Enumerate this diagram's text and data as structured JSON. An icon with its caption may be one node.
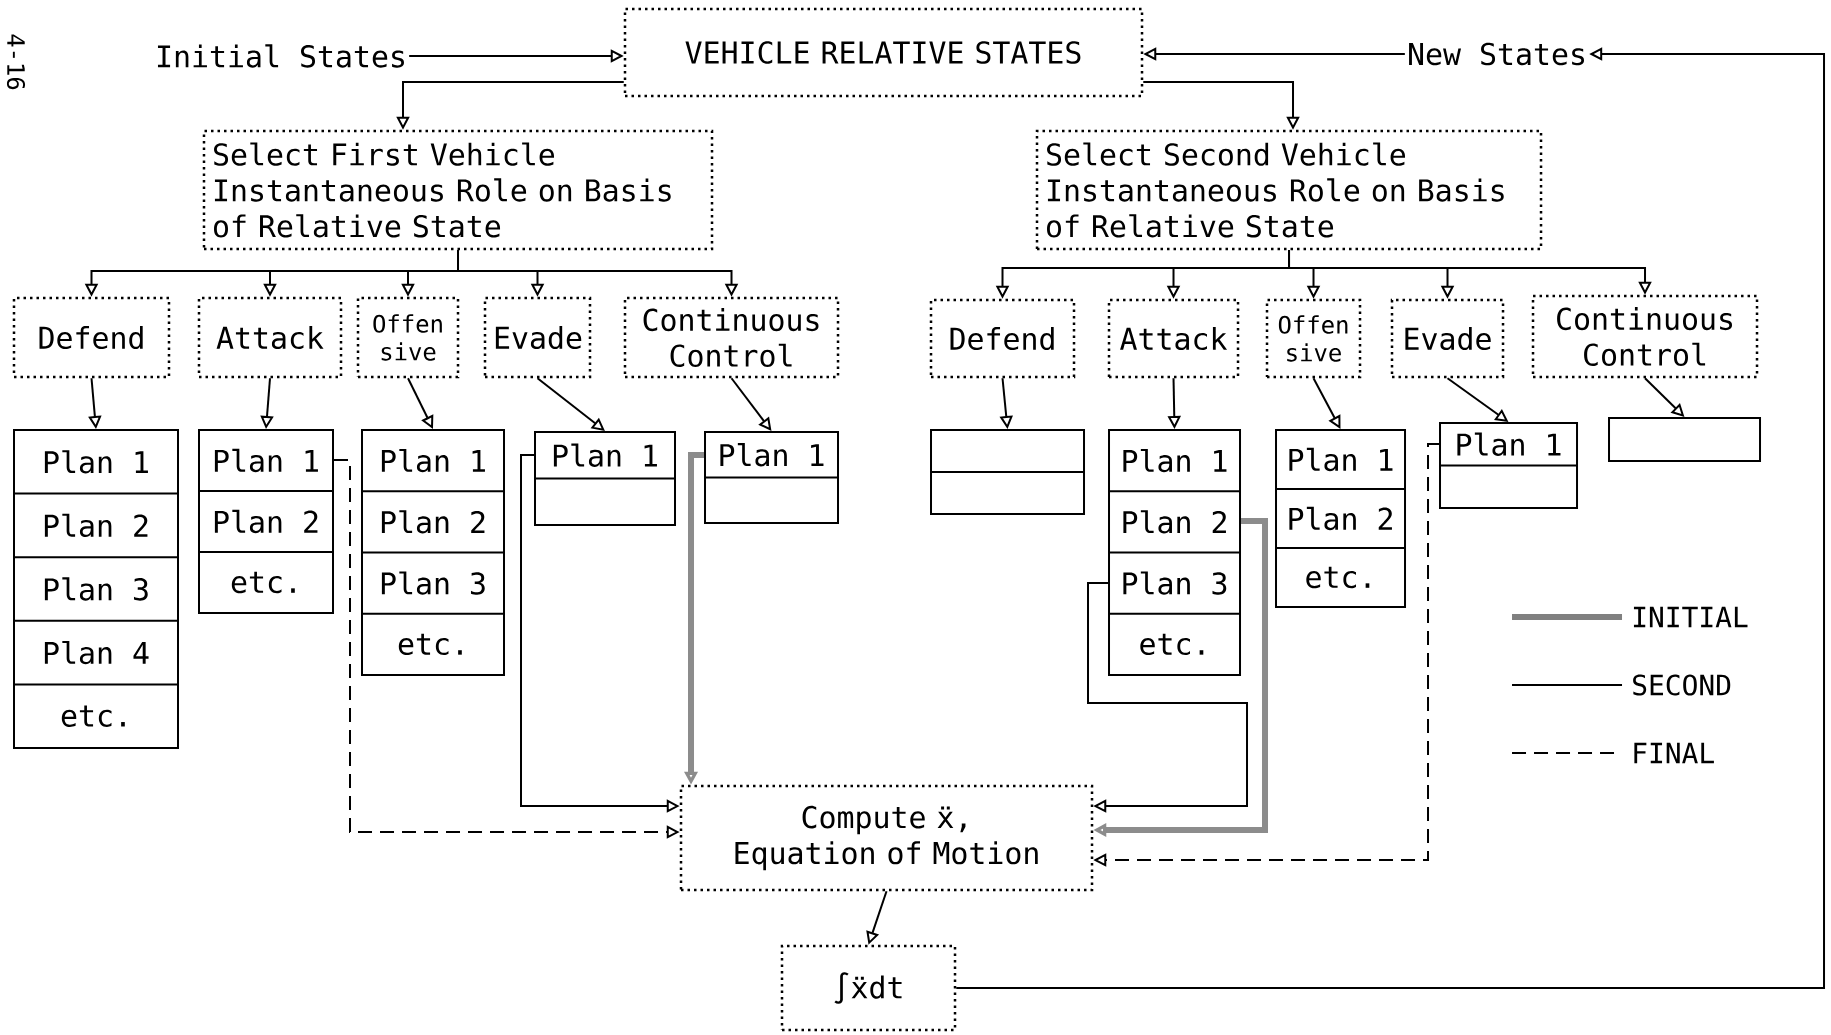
{
  "diagram": {
    "nodes": [
      {
        "text": [
          "Initial States"
        ]
      },
      {
        "text": [
          "VEHICLE RELATIVE STATES"
        ]
      },
      {
        "text": [
          "New States"
        ]
      },
      {
        "text": [
          "Select First Vehicle Instantaneous Role on Basis of Relative State"
        ]
      },
      {
        "text": [
          "Select Second Vehicle Instantaneous Role on Basis of Relative State"
        ]
      },
      {
        "text": [
          "Defend"
        ]
      },
      {
        "text": [
          "Attack"
        ]
      },
      {
        "text": [
          "Offen sive"
        ]
      },
      {
        "text": [
          "Evade"
        ]
      },
      {
        "text": [
          "Continuous Control"
        ]
      },
      {
        "text": [
          "Plan 1",
          "Plan 2",
          "Plan 3",
          "Plan 4",
          "etc."
        ]
      },
      {
        "text": [
          "Plan 1",
          "Plan 2",
          "etc."
        ]
      },
      {
        "text": [
          "Plan 1",
          "Plan 2",
          "Plan 3",
          "etc."
        ]
      },
      {
        "text": [
          "Plan 1"
        ]
      },
      {
        "text": [
          "Plan 1"
        ]
      },
      {
        "text": [
          "Defend"
        ]
      },
      {
        "text": [
          "Attack"
        ]
      },
      {
        "text": [
          "Offen sive"
        ]
      },
      {
        "text": [
          "Evade"
        ]
      },
      {
        "text": [
          "Continuous Control"
        ]
      },
      {
        "text": [],
        "shape": "box"
      },
      {
        "text": [
          "Plan 1",
          "Plan 2",
          "Plan 3",
          "etc."
        ]
      },
      {
        "text": [
          "Plan 1",
          "Plan 2",
          "etc."
        ]
      },
      {
        "text": [
          "Plan 1"
        ]
      },
      {
        "text": [],
        "shape": "box"
      },
      {
        "text": [
          "Compute ẍ, Equation of Motion"
        ]
      },
      {
        "text": [
          "∫ẍdt"
        ]
      }
    ],
    "edges": [
      {
        "from": 0,
        "to": 1,
        "arrow": "to"
      },
      {
        "from": 2,
        "to": 1,
        "arrow": "to"
      },
      {
        "from": 26,
        "to": 2,
        "arrow": "to"
      },
      {
        "from": 1,
        "to": 3,
        "arrow": "to"
      },
      {
        "from": 1,
        "to": 4,
        "arrow": "to"
      },
      {
        "from": 3,
        "to": 5,
        "arrow": "to"
      },
      {
        "from": 3,
        "to": 6,
        "arrow": "to"
      },
      {
        "from": 3,
        "to": 7,
        "arrow": "to"
      },
      {
        "from": 3,
        "to": 8,
        "arrow": "to"
      },
      {
        "from": 3,
        "to": 9,
        "arrow": "to"
      },
      {
        "from": 4,
        "to": 15,
        "arrow": "to"
      },
      {
        "from": 4,
        "to": 16,
        "arrow": "to"
      },
      {
        "from": 4,
        "to": 17,
        "arrow": "to"
      },
      {
        "from": 4,
        "to": 18,
        "arrow": "to"
      },
      {
        "from": 4,
        "to": 19,
        "arrow": "to"
      },
      {
        "from": 5,
        "to": 10,
        "arrow": "to"
      },
      {
        "from": 6,
        "to": 11,
        "arrow": "to"
      },
      {
        "from": 7,
        "to": 12,
        "arrow": "to"
      },
      {
        "from": 8,
        "to": 13,
        "arrow": "to"
      },
      {
        "from": 9,
        "to": 14,
        "arrow": "to"
      },
      {
        "from": 15,
        "to": 20,
        "arrow": "to"
      },
      {
        "from": 16,
        "to": 21,
        "arrow": "to"
      },
      {
        "from": 17,
        "to": 22,
        "arrow": "to"
      },
      {
        "from": 18,
        "to": 23,
        "arrow": "to"
      },
      {
        "from": 19,
        "to": 24,
        "arrow": "to"
      },
      {
        "from": 25,
        "to": 26,
        "arrow": "to"
      },
      {
        "from": 11,
        "to": 25,
        "arrow": "to",
        "style": "dashed"
      },
      {
        "from": 13,
        "to": 25,
        "arrow": "to"
      },
      {
        "from": 14,
        "to": 25,
        "arrow": "to",
        "style": "thick",
        "color": "#8c8c8c"
      },
      {
        "from": 21,
        "to": 25,
        "arrow": "to"
      },
      {
        "from": 21,
        "to": 25,
        "arrow": "to",
        "style": "thick",
        "color": "#8c8c8c"
      },
      {
        "from": 23,
        "to": 25,
        "arrow": "to",
        "style": "dashed"
      }
    ],
    "labels": [
      "4-16"
    ],
    "legend": [
      {
        "text": "INITIAL"
      },
      {
        "text": "SECOND"
      },
      {
        "text": "FINAL"
      }
    ]
  }
}
